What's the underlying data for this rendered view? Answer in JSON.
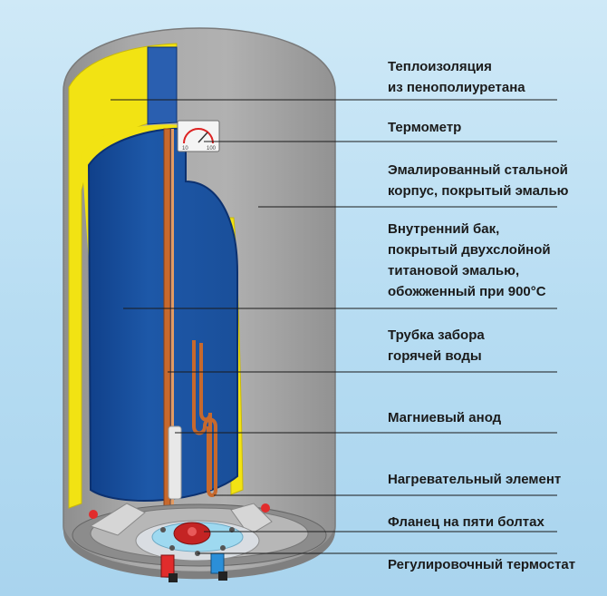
{
  "labels": [
    {
      "id": "insulation",
      "text": "Теплоизоляция\nиз пенополиуретана"
    },
    {
      "id": "thermometer",
      "text": "Термометр"
    },
    {
      "id": "body",
      "text": "Эмалированный стальной\nкорпус, покрытый эмалью"
    },
    {
      "id": "inner-tank",
      "text": "Внутренний бак,\nпокрытый двухслойной\nтитановой эмалью,\nобожженный при 900°С"
    },
    {
      "id": "hot-water-pipe",
      "text": "Трубка забора\nгорячей воды"
    },
    {
      "id": "anode",
      "text": "Магниевый анод"
    },
    {
      "id": "heating-element",
      "text": "Нагревательный элемент"
    },
    {
      "id": "flange",
      "text": "Фланец на пяти болтах"
    },
    {
      "id": "thermostat",
      "text": "Регулировочный термостат"
    }
  ],
  "thermometer_scale": {
    "min": "10",
    "max": "100"
  },
  "colors": {
    "shell": "#a9a9a9",
    "insulation": "#f2e313",
    "tank": "#1d58a8",
    "pipe": "#c7692d",
    "leader": "#1a1a1a"
  }
}
